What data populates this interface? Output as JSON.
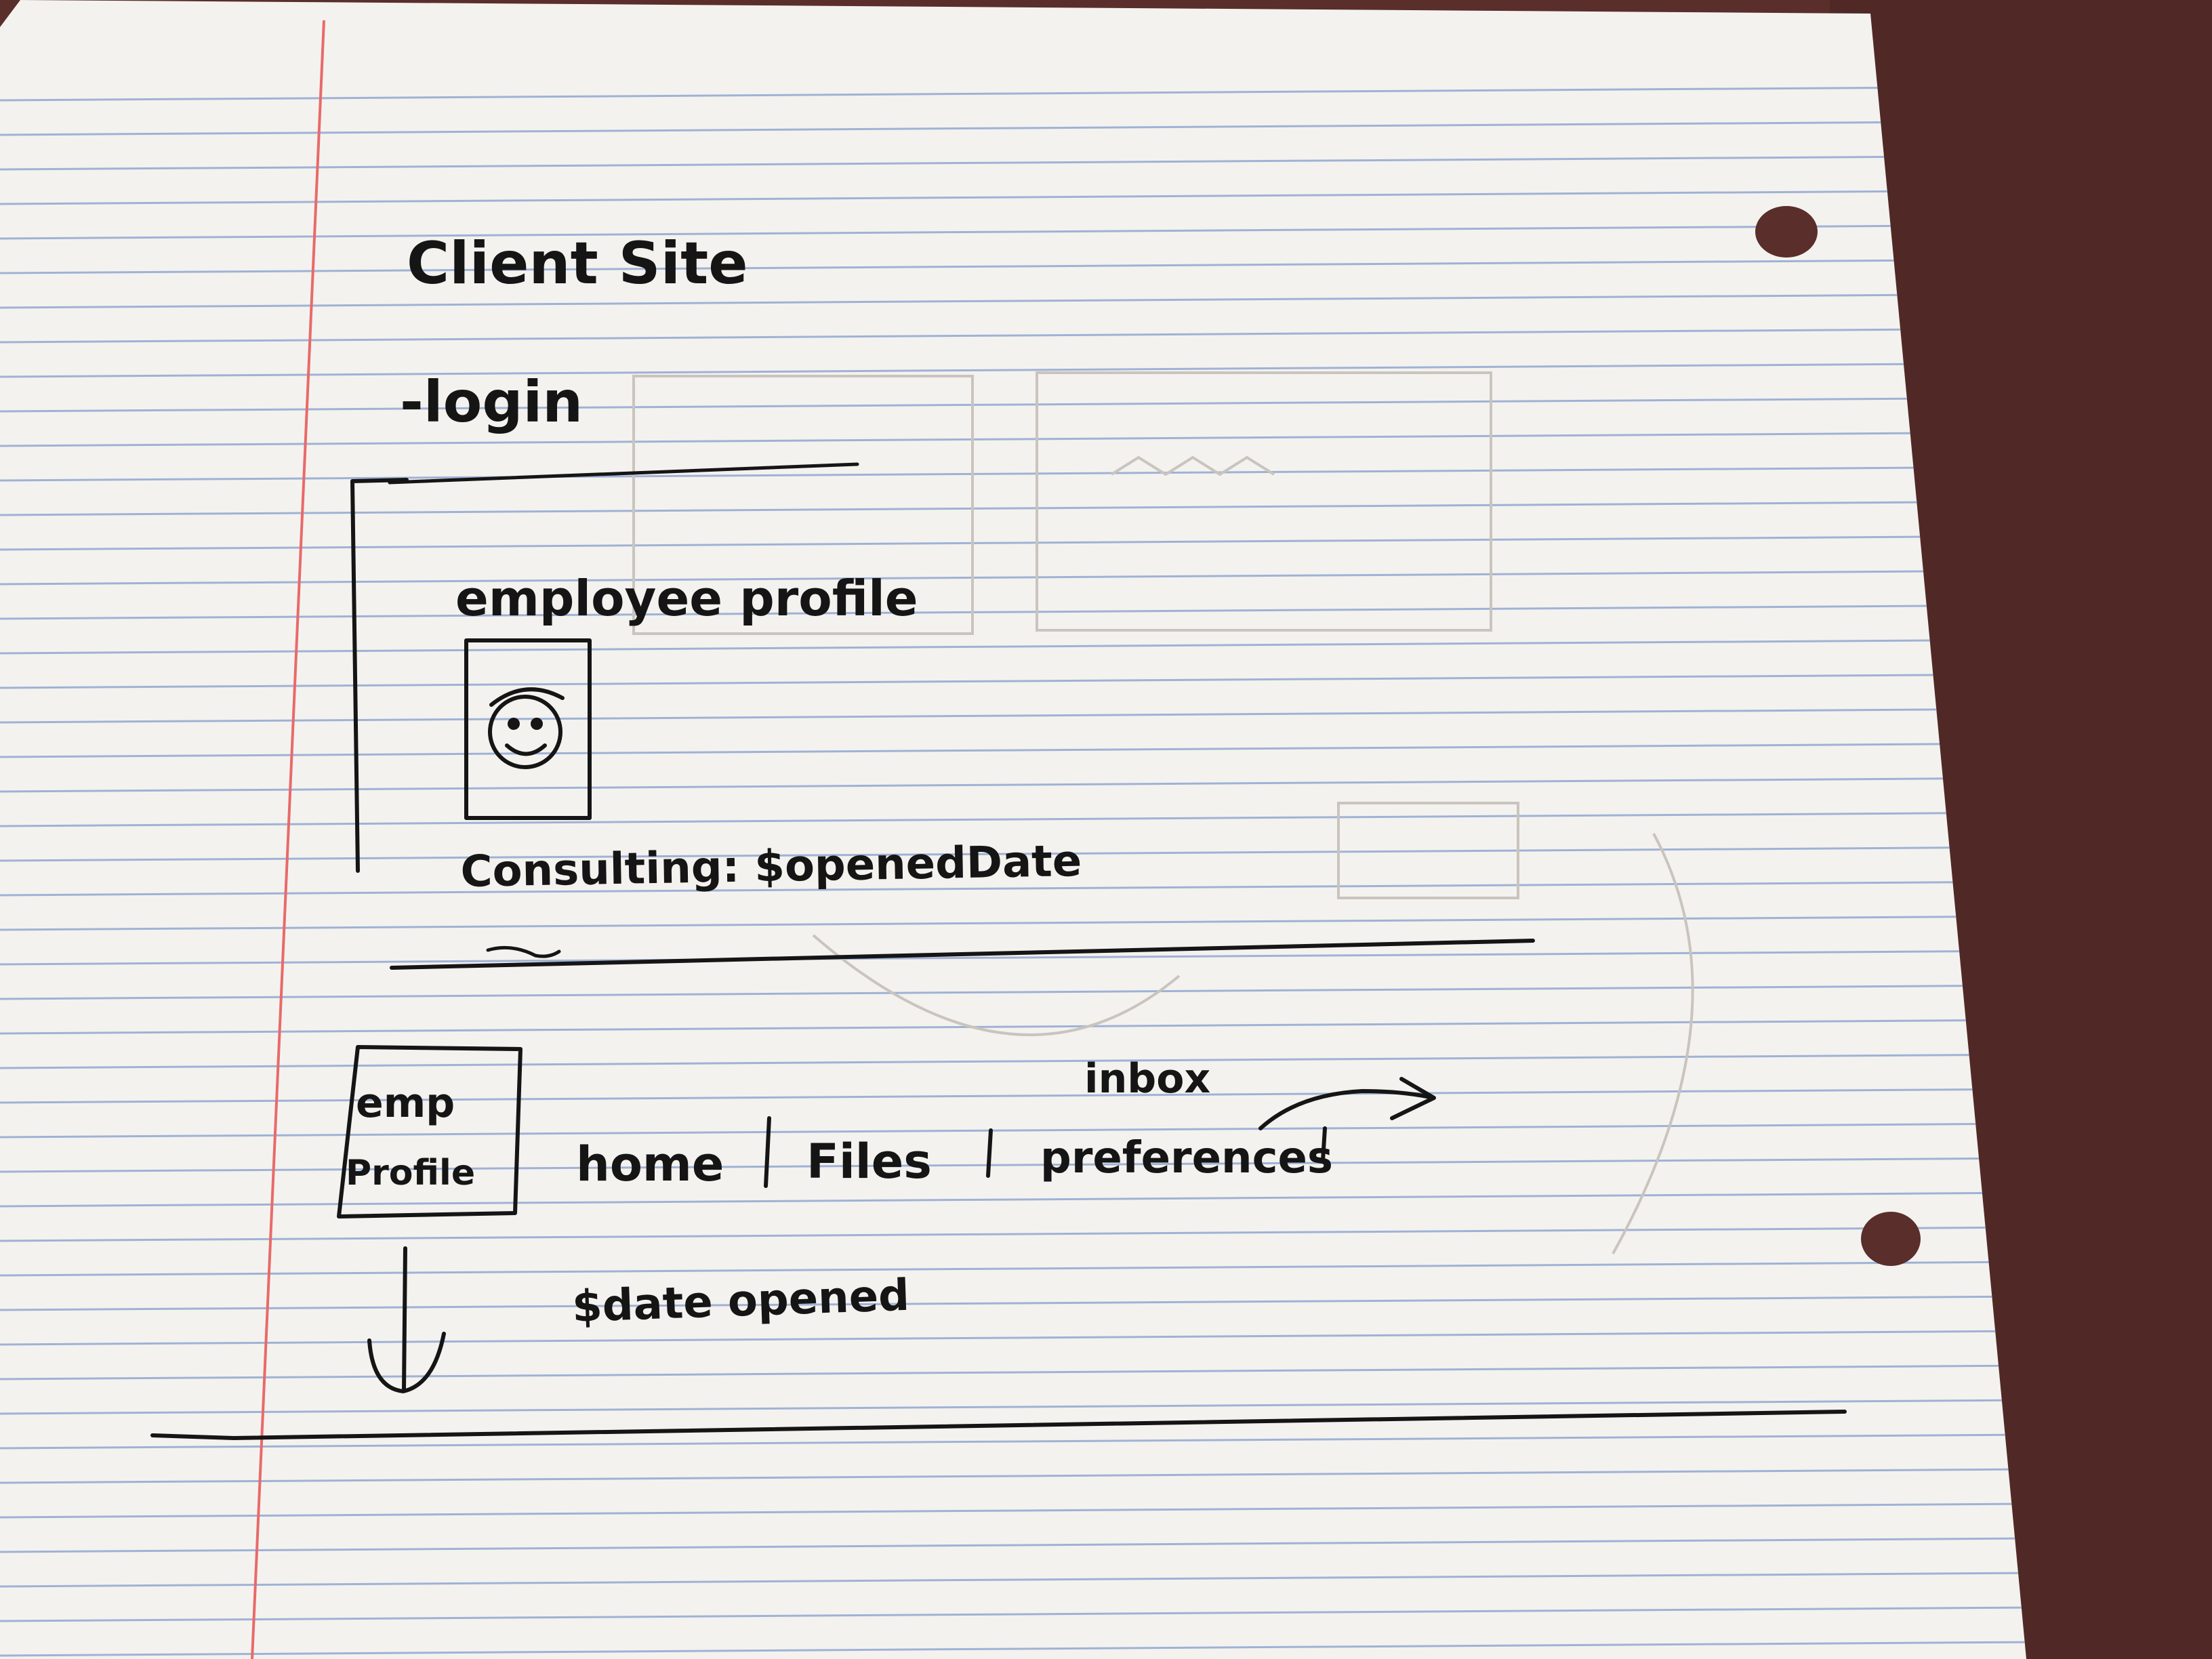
{
  "colors": {
    "desk": "#5a2e2a",
    "paper": "#f4f2ee",
    "rule_line": "#9fb2d6",
    "margin_line": "#e86a6a",
    "ink": "#151515",
    "pencil_ghost": "#b8b3ad"
  },
  "sketch": {
    "title": "Client Site",
    "login": "-login",
    "profile_panel": {
      "heading": "employee profile",
      "portrait_icon": "smiley-face-portrait-icon",
      "consulting_line": "Consulting: $openedDate"
    },
    "nav_bar": {
      "emp_profile_box_line1": "emp",
      "emp_profile_box_line2": "Profile",
      "links": [
        "home",
        "Files",
        "preferences"
      ],
      "inbox_note": "inbox",
      "date_opened": "$date opened"
    }
  }
}
